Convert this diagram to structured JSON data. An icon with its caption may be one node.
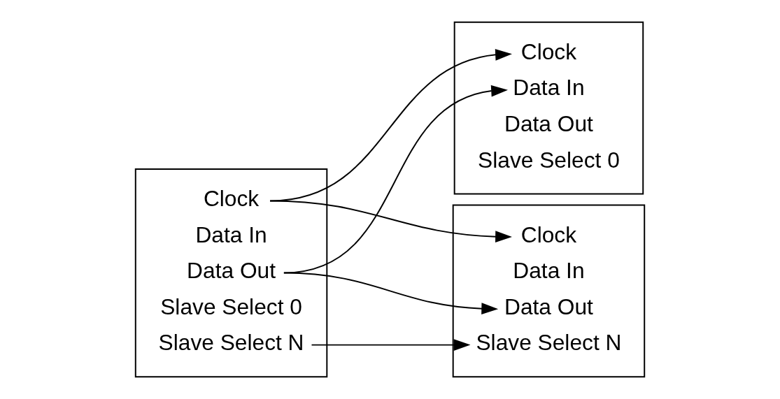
{
  "diagram": {
    "nodes": [
      {
        "text": [],
        "shape": "box"
      },
      {
        "text": [
          "Clock"
        ],
        "in": 0
      },
      {
        "text": [
          "Data In"
        ],
        "in": 0
      },
      {
        "text": [
          "Data Out"
        ],
        "in": 0
      },
      {
        "text": [
          "Slave Select 0"
        ],
        "in": 0
      },
      {
        "text": [
          "Slave Select N"
        ],
        "in": 0
      },
      {
        "text": [],
        "shape": "box"
      },
      {
        "text": [
          "Clock"
        ],
        "in": 6
      },
      {
        "text": [
          "Data In"
        ],
        "in": 6
      },
      {
        "text": [
          "Data Out"
        ],
        "in": 6
      },
      {
        "text": [
          "Slave Select 0"
        ],
        "in": 6
      },
      {
        "text": [],
        "shape": "box"
      },
      {
        "text": [
          "Clock"
        ],
        "in": 11
      },
      {
        "text": [
          "Data In"
        ],
        "in": 11
      },
      {
        "text": [
          "Data Out"
        ],
        "in": 11
      },
      {
        "text": [
          "Slave Select N"
        ],
        "in": 11
      }
    ],
    "edges": [
      {
        "from": 1,
        "to": 7,
        "arrow": "to"
      },
      {
        "from": 1,
        "to": 12,
        "arrow": "to"
      },
      {
        "from": 3,
        "to": 8,
        "arrow": "to"
      },
      {
        "from": 3,
        "to": 14,
        "arrow": "to"
      },
      {
        "from": 5,
        "to": 15,
        "arrow": "to"
      }
    ]
  }
}
